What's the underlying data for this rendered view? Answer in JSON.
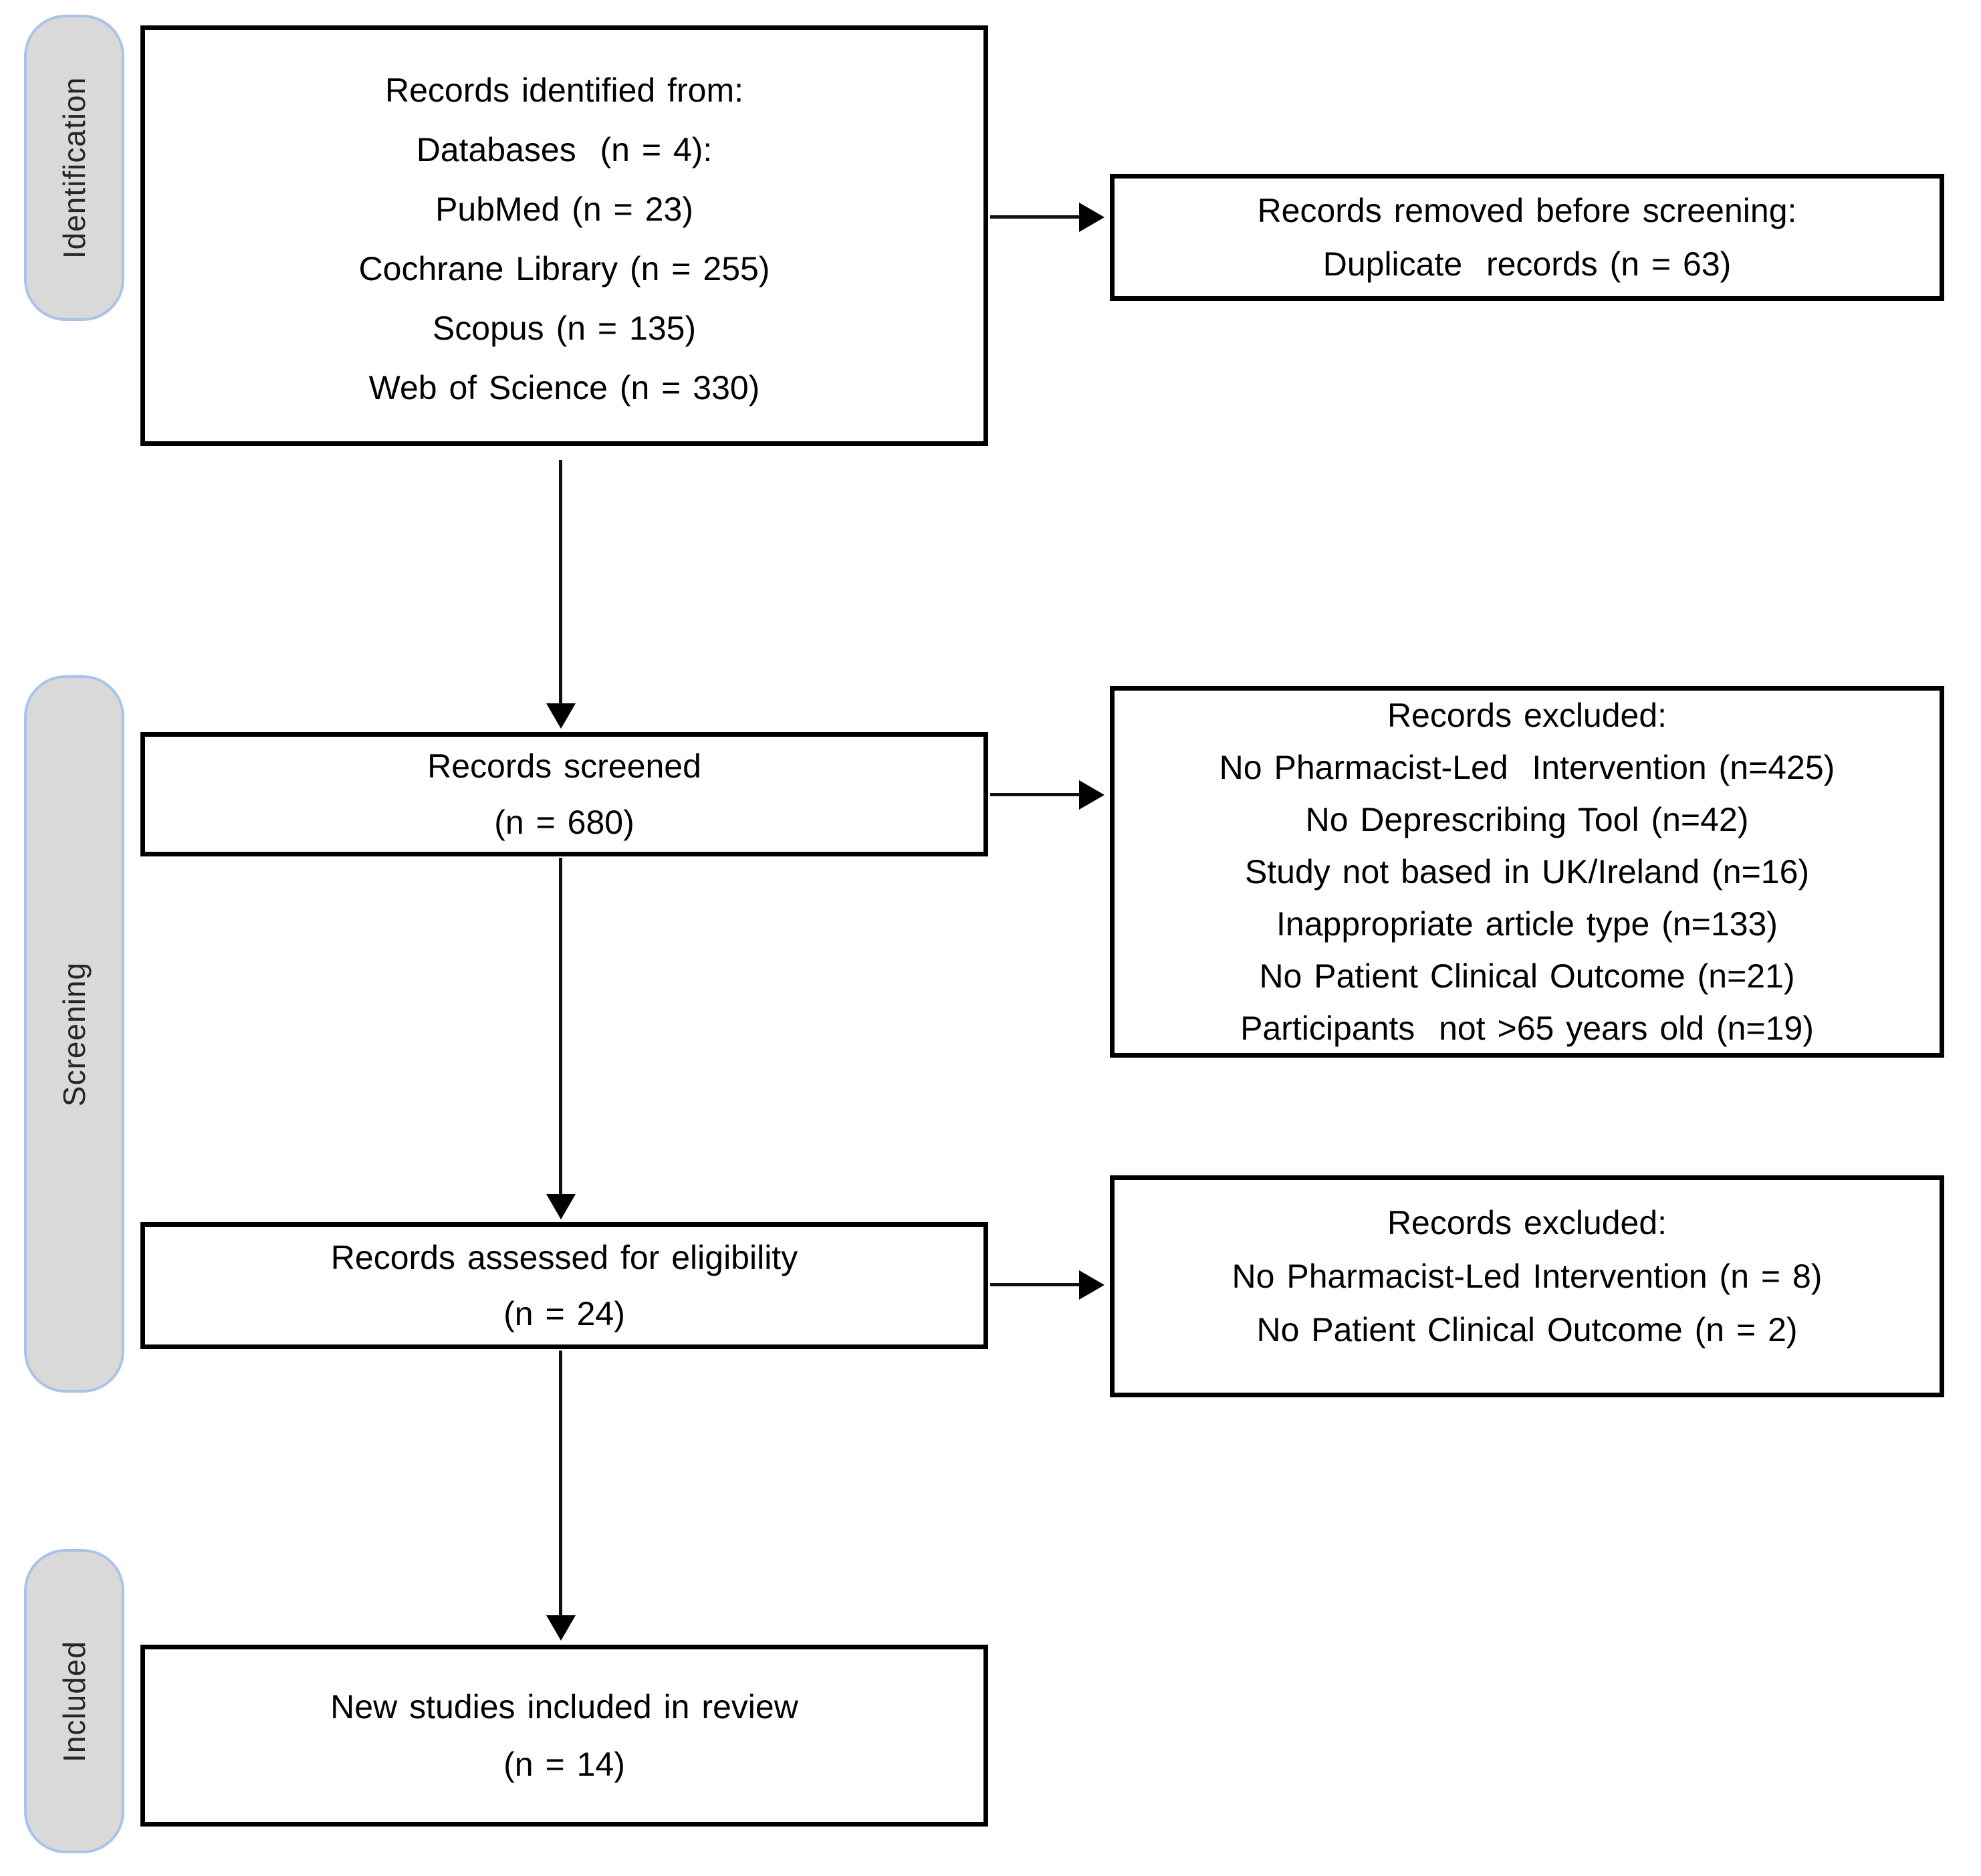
{
  "stages": {
    "identification": "Identification",
    "screening": "Screening",
    "included": "Included"
  },
  "boxes": {
    "identified": {
      "lines": [
        "Records identified from:",
        "Databases  (n = 4):",
        "PubMed (n = 23)",
        "Cochrane Library (n = 255)",
        "Scopus (n = 135)",
        "Web of Science (n = 330)"
      ]
    },
    "removed": {
      "lines": [
        "Records removed before screening:",
        "Duplicate  records (n = 63)"
      ]
    },
    "screened": {
      "lines": [
        "Records screened",
        "(n = 680)"
      ]
    },
    "excluded_screening": {
      "lines": [
        "Records excluded:",
        "No Pharmacist-Led  Intervention (n=425)",
        "No Deprescribing Tool (n=42)",
        "Study not based in UK/Ireland (n=16)",
        "Inappropriate article type (n=133)",
        "No Patient Clinical Outcome (n=21)",
        "Participants  not >65 years old (n=19)"
      ]
    },
    "assessed": {
      "lines": [
        "Records assessed for eligibility",
        "(n = 24)"
      ]
    },
    "excluded_eligibility": {
      "lines": [
        "Records excluded:",
        "No Pharmacist-Led Intervention (n = 8)",
        "No Patient Clinical Outcome (n = 2)"
      ]
    },
    "included": {
      "lines": [
        "New studies included in review",
        "(n = 14)"
      ]
    }
  },
  "colors": {
    "stage_fill": "#d9d9d9",
    "stage_border": "#a9c4e8",
    "box_border": "#000000",
    "arrow": "#111111",
    "background": "#ffffff",
    "text": "#000000"
  }
}
